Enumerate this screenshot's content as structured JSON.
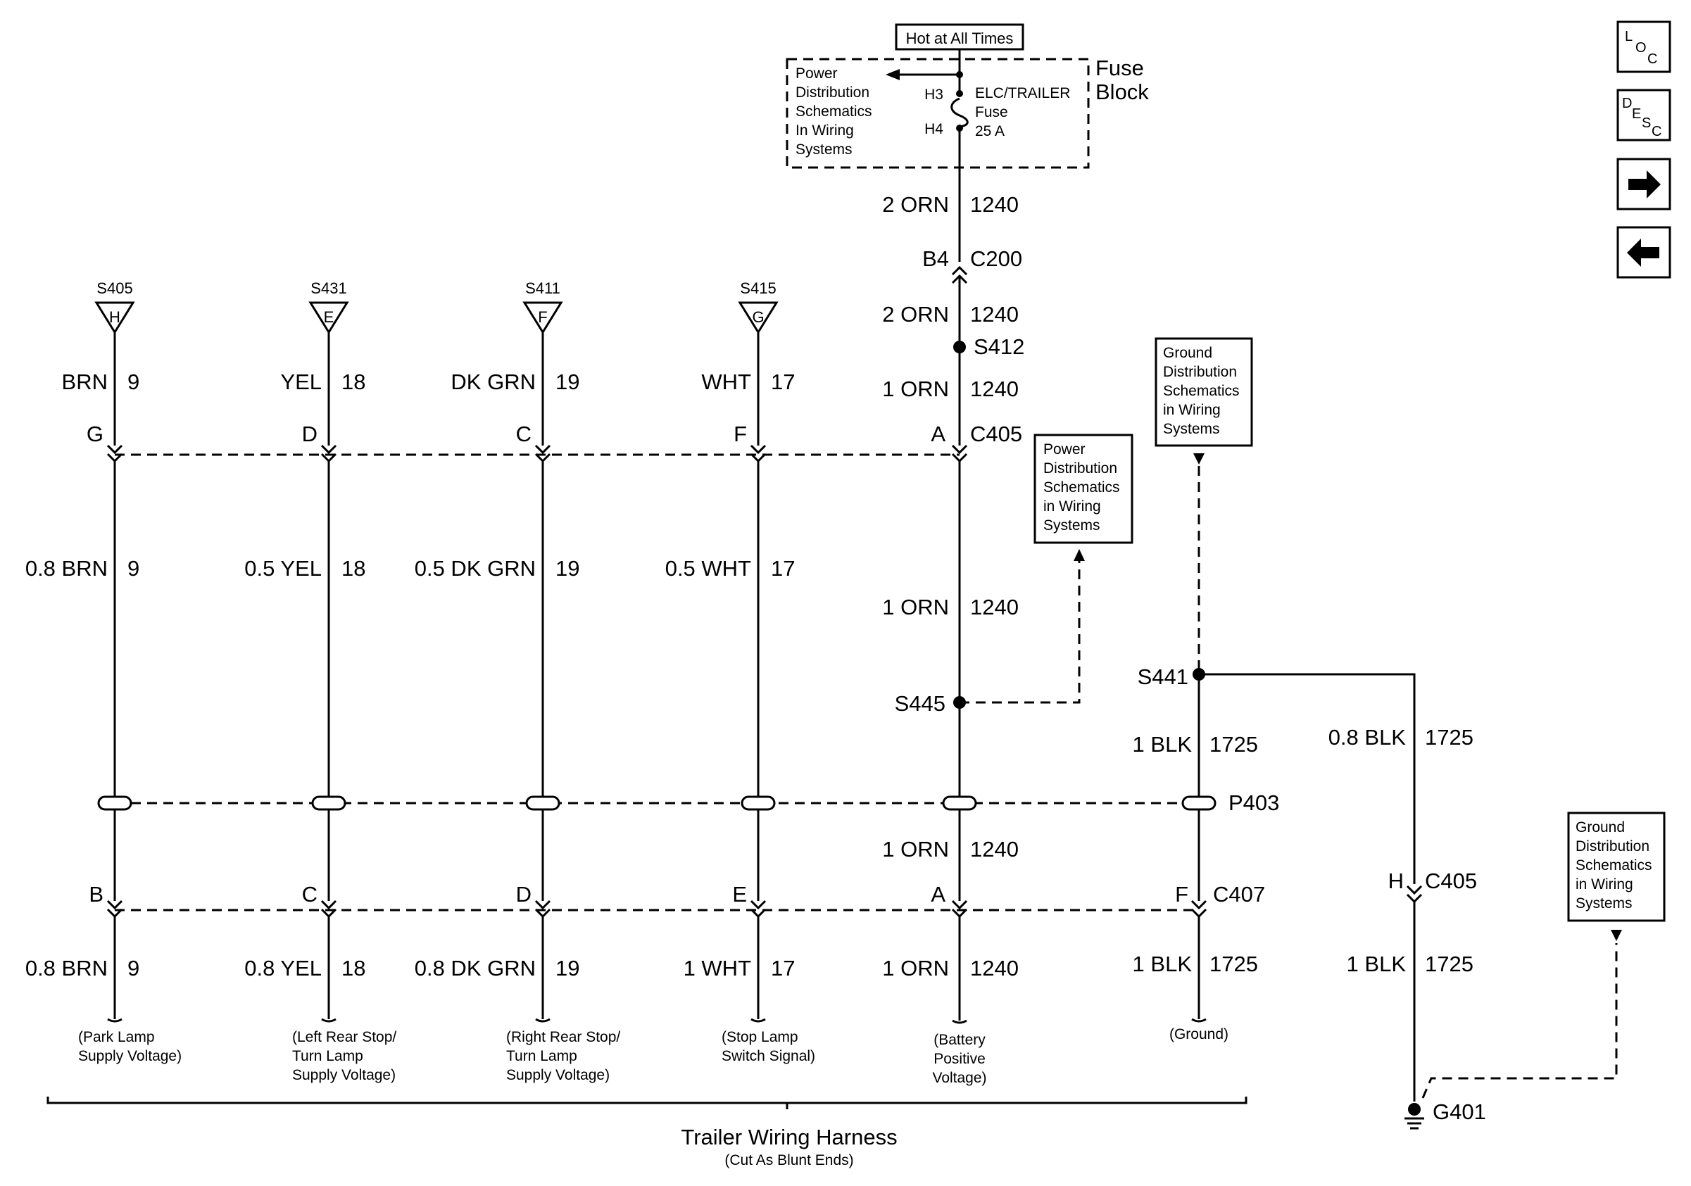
{
  "fuse_block": {
    "hot_label": "Hot at All Times",
    "title_line1": "Fuse",
    "title_line2": "Block",
    "pd_ref": [
      "Power",
      "Distribution",
      "Schematics",
      "In Wiring",
      "Systems"
    ],
    "pin_top": "H3",
    "pin_bottom": "H4",
    "fuse_name": "ELC/TRAILER",
    "fuse_word": "Fuse",
    "fuse_rating": "25 A"
  },
  "feed": {
    "wire_a": {
      "color": "2 ORN",
      "circuit": "1240"
    },
    "c200_pin": "B4",
    "c200": "C200",
    "wire_b": {
      "color": "2 ORN",
      "circuit": "1240"
    },
    "splice_s412": "S412",
    "wire_c": {
      "color": "1 ORN",
      "circuit": "1240"
    }
  },
  "c405_label": "C405",
  "circuits": [
    {
      "splice": "S405",
      "pin": "H",
      "top_color": "BRN",
      "circuit": "9",
      "c405_pin": "G",
      "mid_color": "0.8 BRN",
      "c407_pin": "B",
      "bot_color": "0.8 BRN",
      "desc": [
        "(Park Lamp",
        "Supply Voltage)"
      ]
    },
    {
      "splice": "S431",
      "pin": "E",
      "top_color": "YEL",
      "circuit": "18",
      "c405_pin": "D",
      "mid_color": "0.5 YEL",
      "c407_pin": "C",
      "bot_color": "0.8 YEL",
      "desc": [
        "(Left Rear Stop/",
        "Turn Lamp",
        "Supply Voltage)"
      ]
    },
    {
      "splice": "S411",
      "pin": "F",
      "top_color": "DK GRN",
      "circuit": "19",
      "c405_pin": "C",
      "mid_color": "0.5 DK GRN",
      "c407_pin": "D",
      "bot_color": "0.8 DK GRN",
      "desc": [
        "(Right Rear Stop/",
        "Turn Lamp",
        "Supply Voltage)"
      ]
    },
    {
      "splice": "S415",
      "pin": "G",
      "top_color": "WHT",
      "circuit": "17",
      "c405_pin": "F",
      "mid_color": "0.5 WHT",
      "c407_pin": "E",
      "bot_color": "1 WHT",
      "desc": [
        "(Stop Lamp",
        "Switch Signal)"
      ]
    }
  ],
  "battery": {
    "c405_pin": "A",
    "mid_wire": {
      "color": "1 ORN",
      "circuit": "1240"
    },
    "splice_s445": "S445",
    "lower_wire": {
      "color": "1 ORN",
      "circuit": "1240"
    },
    "c407_pin": "A",
    "bot_wire": {
      "color": "1 ORN",
      "circuit": "1240"
    },
    "desc": [
      "(Battery",
      "Positive",
      "Voltage)"
    ],
    "pd_ref": [
      "Power",
      "Distribution",
      "Schematics",
      "in Wiring",
      "Systems"
    ]
  },
  "ground": {
    "gd_ref_top": [
      "Ground",
      "Distribution",
      "Schematics",
      "in Wiring",
      "Systems"
    ],
    "splice_s441": "S441",
    "left_wire": {
      "color": "1 BLK",
      "circuit": "1725"
    },
    "right_wire": {
      "color": "0.8 BLK",
      "circuit": "1725"
    },
    "p403": "P403",
    "c407_pin": "F",
    "c407": "C407",
    "bot_wire": {
      "color": "1 BLK",
      "circuit": "1725"
    },
    "desc": "(Ground)",
    "c405_pin": "H",
    "c405": "C405",
    "g401_wire": {
      "color": "1 BLK",
      "circuit": "1725"
    },
    "g401": "G401",
    "gd_ref_bottom": [
      "Ground",
      "Distribution",
      "Schematics",
      "in Wiring",
      "Systems"
    ]
  },
  "harness": {
    "title": "Trailer Wiring Harness",
    "subtitle": "(Cut As Blunt Ends)"
  },
  "nav": {
    "loc": [
      "L",
      "O",
      "C"
    ],
    "desc": [
      "D",
      "E",
      "S",
      "C"
    ],
    "next_icon": "arrow-right-icon",
    "prev_icon": "arrow-left-icon"
  }
}
